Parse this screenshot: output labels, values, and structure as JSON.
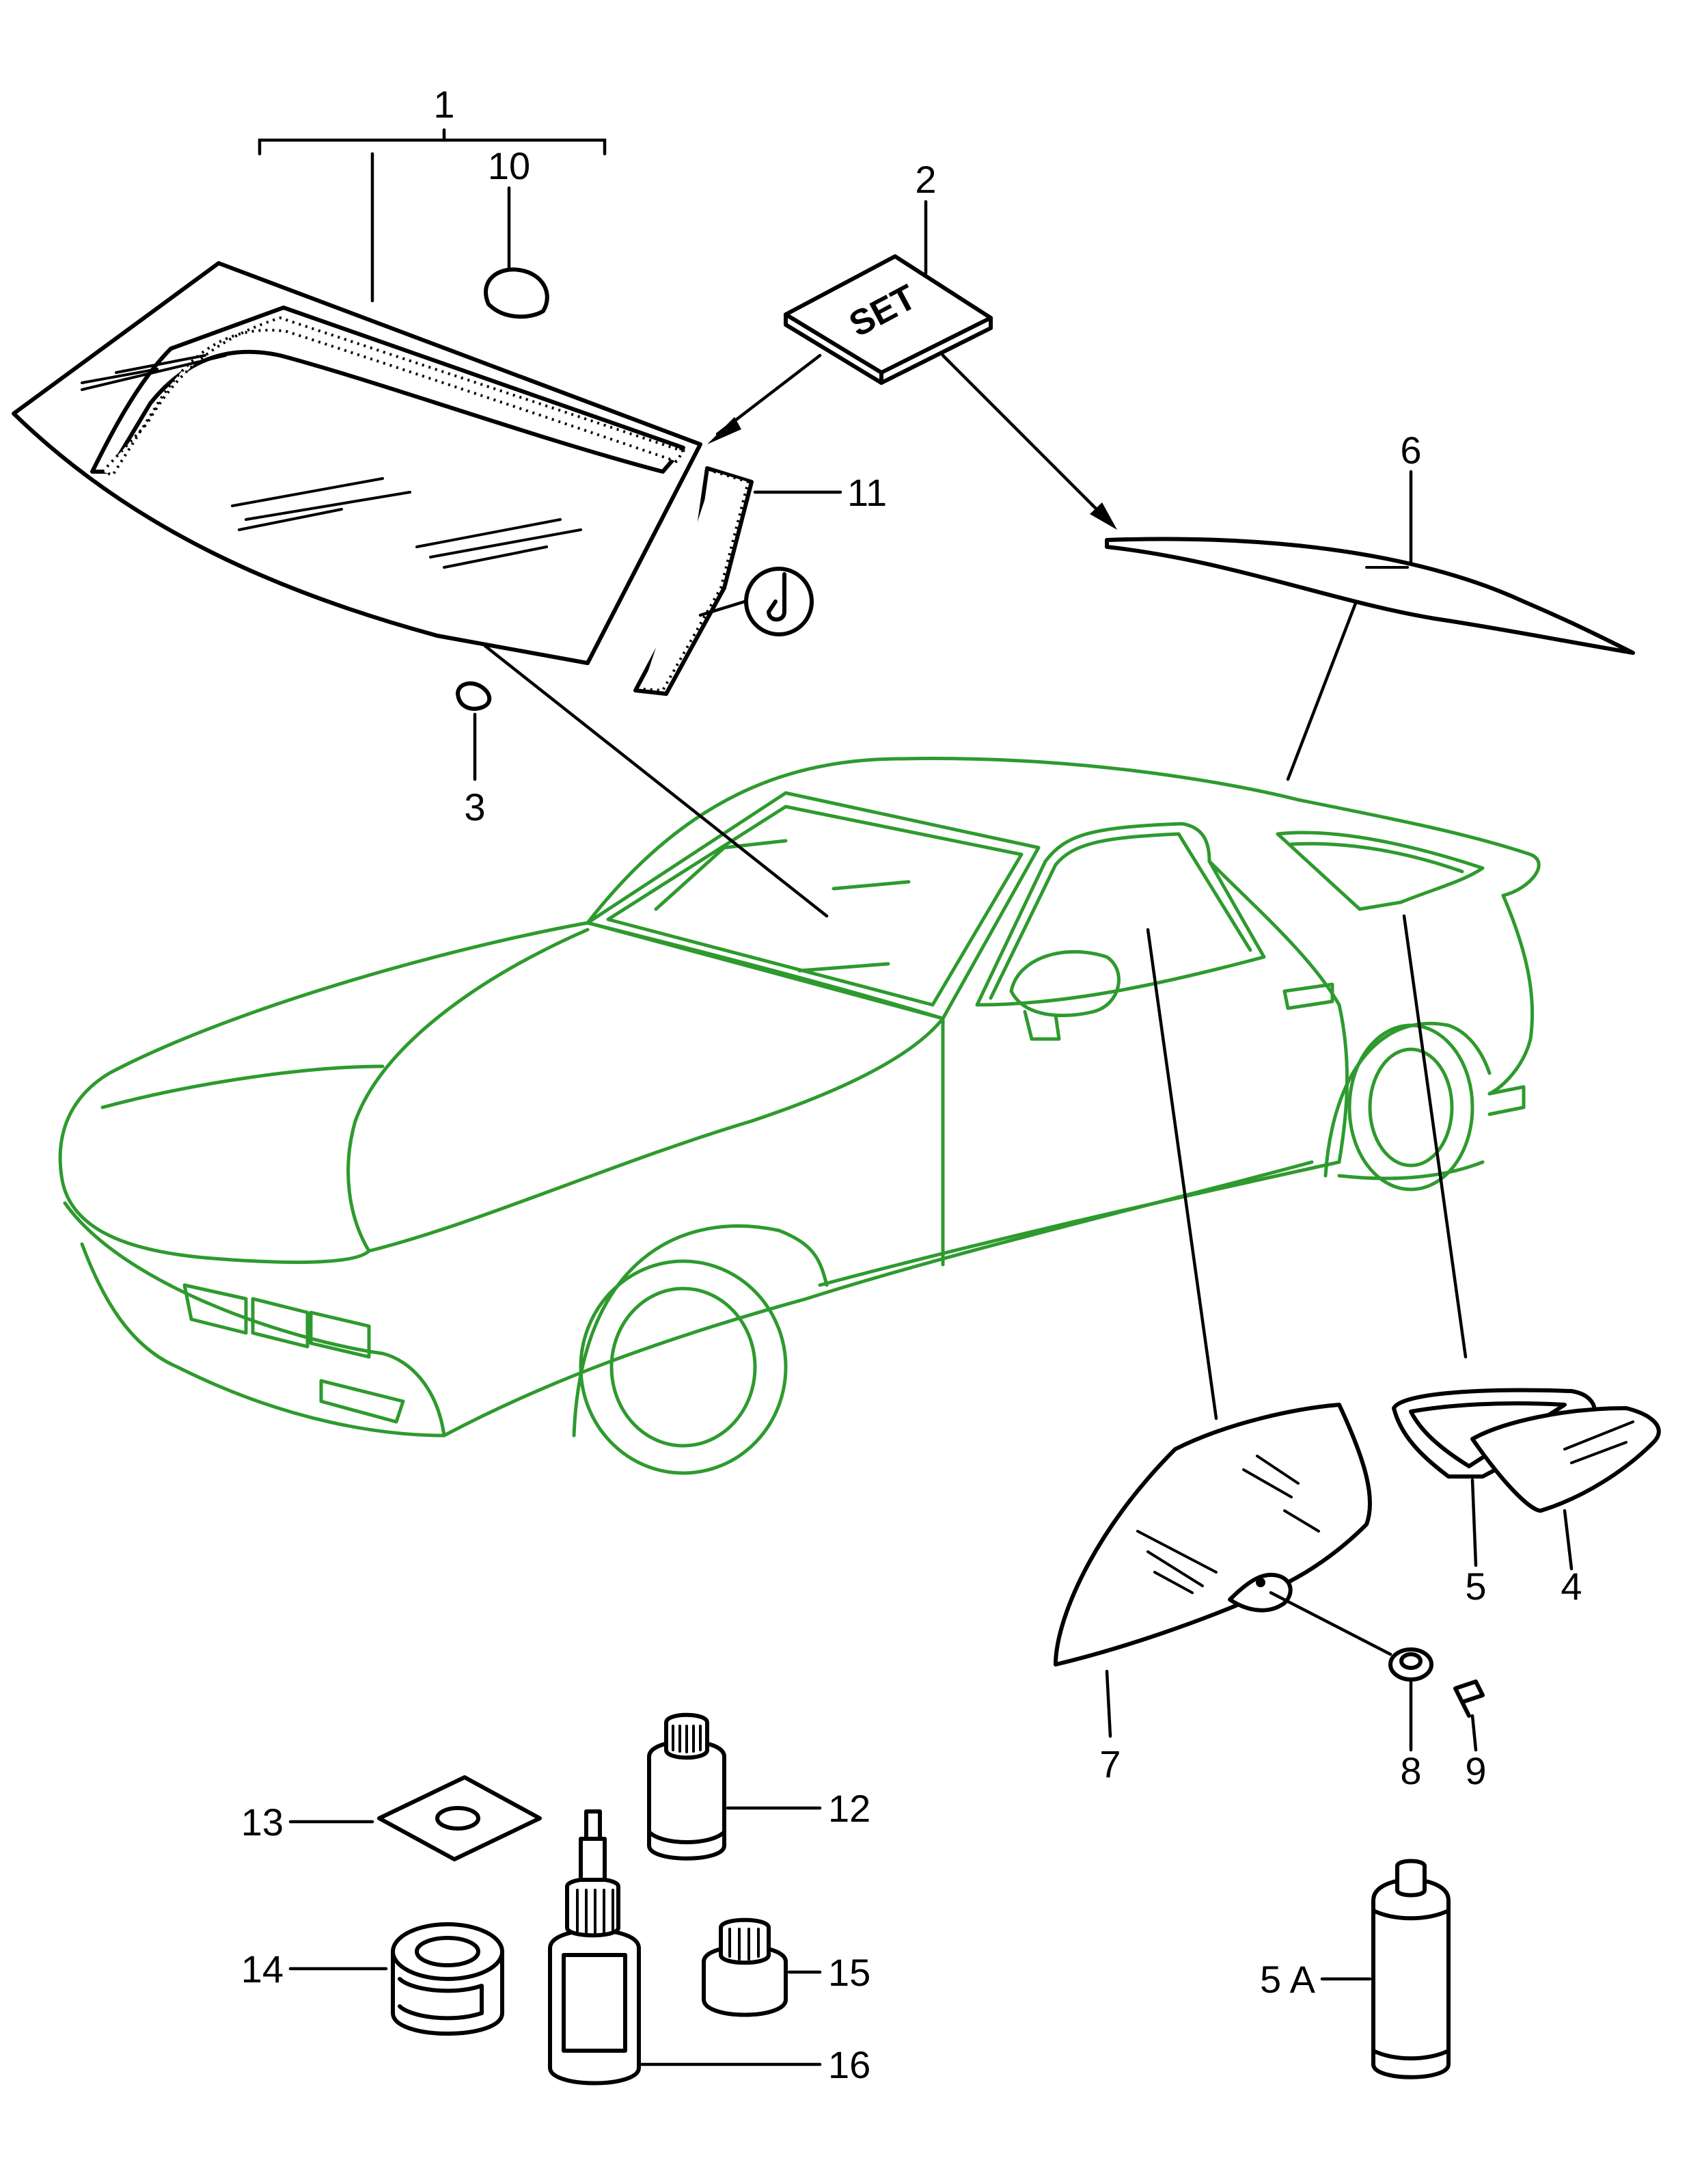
{
  "callouts": {
    "c1": "1",
    "c2": "2",
    "c3": "3",
    "c4": "4",
    "c5": "5",
    "c5a": "5 A",
    "c6": "6",
    "c7": "7",
    "c8": "8",
    "c9": "9",
    "c10": "10",
    "c11": "11",
    "c12": "12",
    "c13": "13",
    "c14": "14",
    "c15": "15",
    "c16": "16"
  },
  "set_box_label": "SET",
  "colors": {
    "line_art": "#000000",
    "car_outline": "#2e9a2e",
    "background": "#ffffff"
  }
}
